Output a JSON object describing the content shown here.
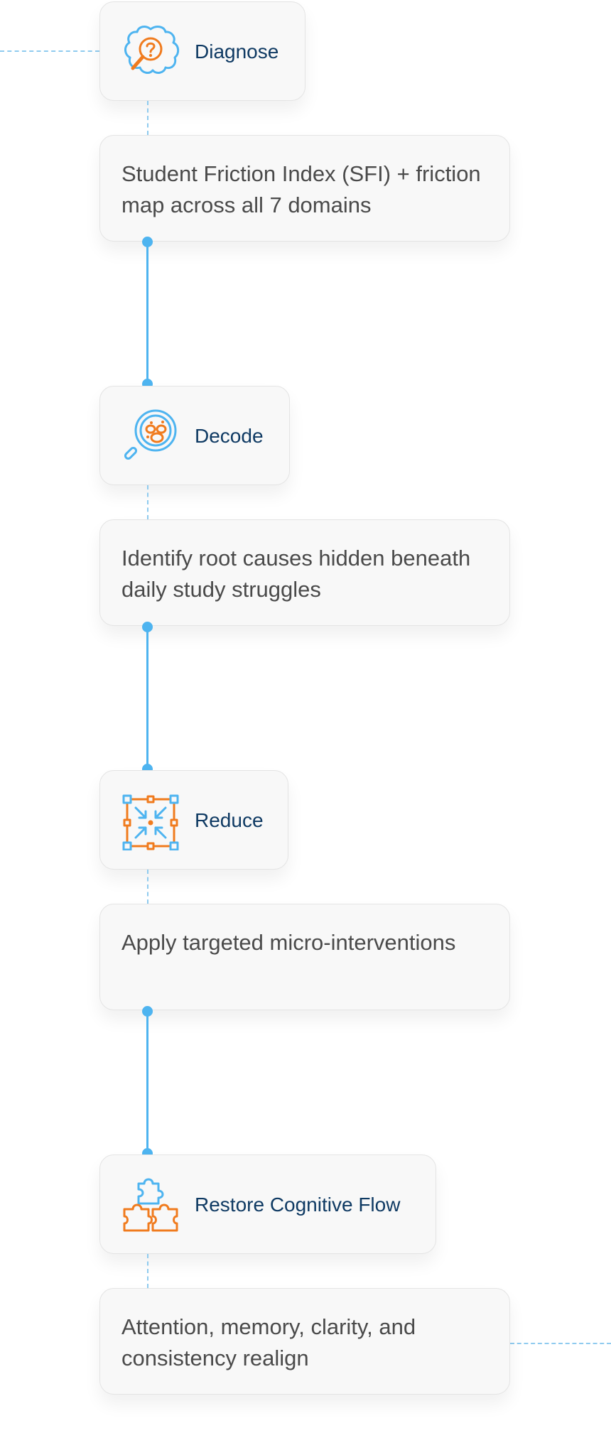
{
  "colors": {
    "accent_blue": "#4eb4f0",
    "dash_blue": "#8fcbef",
    "icon_orange": "#f07b1e",
    "title_navy": "#0f3a63",
    "text_gray": "#4a4a4a",
    "card_bg": "#f8f8f8"
  },
  "steps": [
    {
      "title": "Diagnose",
      "icon": "brain-magnifier-icon",
      "description": "Student Friction Index (SFI) + friction map across all 7 domains"
    },
    {
      "title": "Decode",
      "icon": "magnifier-cells-icon",
      "description": "Identify root causes hidden beneath daily study struggles"
    },
    {
      "title": "Reduce",
      "icon": "compress-arrows-icon",
      "description": "Apply targeted micro-interventions"
    },
    {
      "title": "Restore Cognitive Flow",
      "icon": "puzzle-pieces-icon",
      "description": "Attention, memory, clarity, and consistency realign"
    }
  ]
}
